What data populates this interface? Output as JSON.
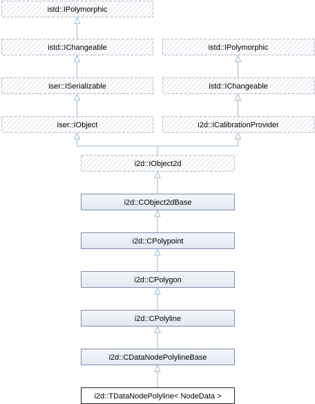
{
  "nodes": [
    {
      "id": "n1",
      "label": "istd::IPolymorphic",
      "style": "interface"
    },
    {
      "id": "n2",
      "label": "istd::IChangeable",
      "style": "interface"
    },
    {
      "id": "n3",
      "label": "istd::IPolymorphic",
      "style": "interface"
    },
    {
      "id": "n4",
      "label": "iser::ISerializable",
      "style": "interface"
    },
    {
      "id": "n5",
      "label": "istd::IChangeable",
      "style": "interface"
    },
    {
      "id": "n6",
      "label": "iser::IObject",
      "style": "interface"
    },
    {
      "id": "n7",
      "label": "i2d::ICalibrationProvider",
      "style": "interface"
    },
    {
      "id": "n8",
      "label": "i2d::IObject2d",
      "style": "interface"
    },
    {
      "id": "n9",
      "label": "i2d::CObject2dBase",
      "style": "class"
    },
    {
      "id": "n10",
      "label": "i2d::CPolypoint",
      "style": "class"
    },
    {
      "id": "n11",
      "label": "i2d::CPolygon",
      "style": "class"
    },
    {
      "id": "n12",
      "label": "i2d::CPolyline",
      "style": "class"
    },
    {
      "id": "n13",
      "label": "i2d::CDataNodePolylineBase",
      "style": "class"
    },
    {
      "id": "n14",
      "label": "i2d::TDataNodePolyline< NodeData >",
      "style": "current"
    }
  ],
  "edges": [
    {
      "from": "n2",
      "to": "n1"
    },
    {
      "from": "n4",
      "to": "n2"
    },
    {
      "from": "n5",
      "to": "n3"
    },
    {
      "from": "n6",
      "to": "n4"
    },
    {
      "from": "n7",
      "to": "n5"
    },
    {
      "from": "n8",
      "to": "n6"
    },
    {
      "from": "n8",
      "to": "n7"
    },
    {
      "from": "n9",
      "to": "n8"
    },
    {
      "from": "n10",
      "to": "n9"
    },
    {
      "from": "n11",
      "to": "n10"
    },
    {
      "from": "n12",
      "to": "n11"
    },
    {
      "from": "n13",
      "to": "n12"
    },
    {
      "from": "n14",
      "to": "n13"
    }
  ],
  "colors": {
    "edge": "#9fb8cc",
    "class_fill_top": "#f4f6fa",
    "class_fill_bottom": "#e0e6f0",
    "interface_hatch": "#d8dce4"
  }
}
